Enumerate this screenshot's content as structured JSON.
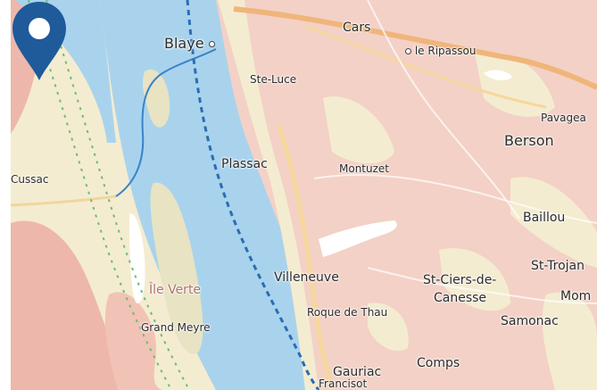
{
  "map": {
    "marker_color": "#1f5a9a",
    "water_color": "#a9d3ec",
    "places": [
      {
        "id": "blaye",
        "name": "Blaye"
      },
      {
        "id": "cars",
        "name": "Cars"
      },
      {
        "id": "le-ripassou",
        "name": "le Ripassou"
      },
      {
        "id": "ste-luce",
        "name": "Ste-Luce"
      },
      {
        "id": "pavagea",
        "name": "Pavagea"
      },
      {
        "id": "berson",
        "name": "Berson"
      },
      {
        "id": "plassac",
        "name": "Plassac"
      },
      {
        "id": "montuzet",
        "name": "Montuzet"
      },
      {
        "id": "cussac",
        "name": "Cussac"
      },
      {
        "id": "baillou",
        "name": "Baillou"
      },
      {
        "id": "st-trojan",
        "name": "St-Trojan"
      },
      {
        "id": "villeneuve",
        "name": "Villeneuve"
      },
      {
        "id": "st-ciers",
        "name": "St-Ciers-de-"
      },
      {
        "id": "canesse",
        "name": "Canesse"
      },
      {
        "id": "mom",
        "name": "Mom"
      },
      {
        "id": "ile-verte",
        "name": "Île Verte"
      },
      {
        "id": "roque-de-thau",
        "name": "Roque de Thau"
      },
      {
        "id": "samonac",
        "name": "Samonac"
      },
      {
        "id": "grand-meyre",
        "name": "Grand Meyre"
      },
      {
        "id": "gauriac",
        "name": "Gauriac"
      },
      {
        "id": "comps",
        "name": "Comps"
      },
      {
        "id": "francisot",
        "name": "Francisot"
      }
    ]
  }
}
